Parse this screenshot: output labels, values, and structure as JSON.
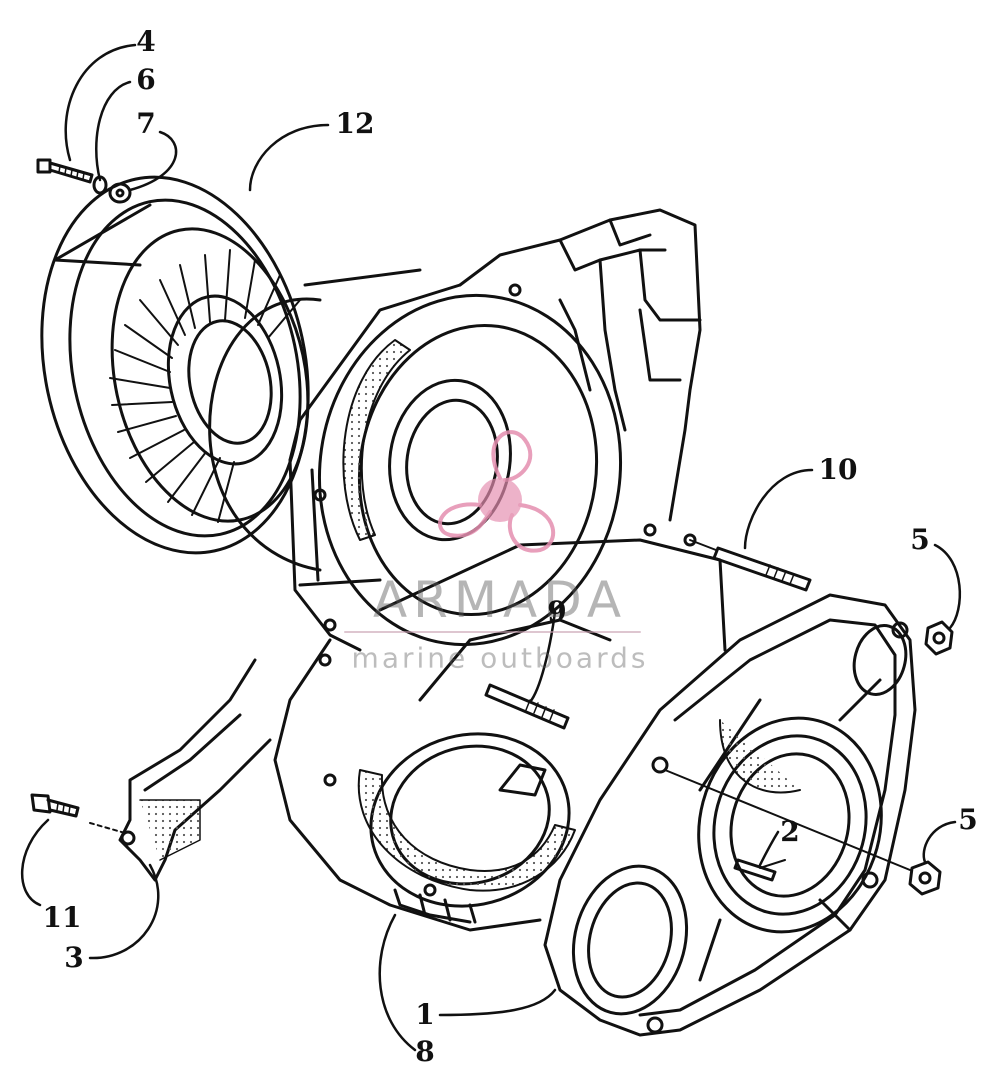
{
  "callouts": {
    "c1": "1",
    "c2": "2",
    "c3": "3",
    "c4": "4",
    "c5a": "5",
    "c5b": "5",
    "c6": "6",
    "c7": "7",
    "c8": "8",
    "c9": "9",
    "c10": "10",
    "c11": "11",
    "c12": "12"
  },
  "watermark": {
    "title": "ARMADA",
    "subtitle": "marine outboards",
    "logo_icon": "propeller-icon",
    "logo_color": "#e58fb0"
  },
  "colors": {
    "line": "#111111",
    "stipple": "#555555"
  }
}
